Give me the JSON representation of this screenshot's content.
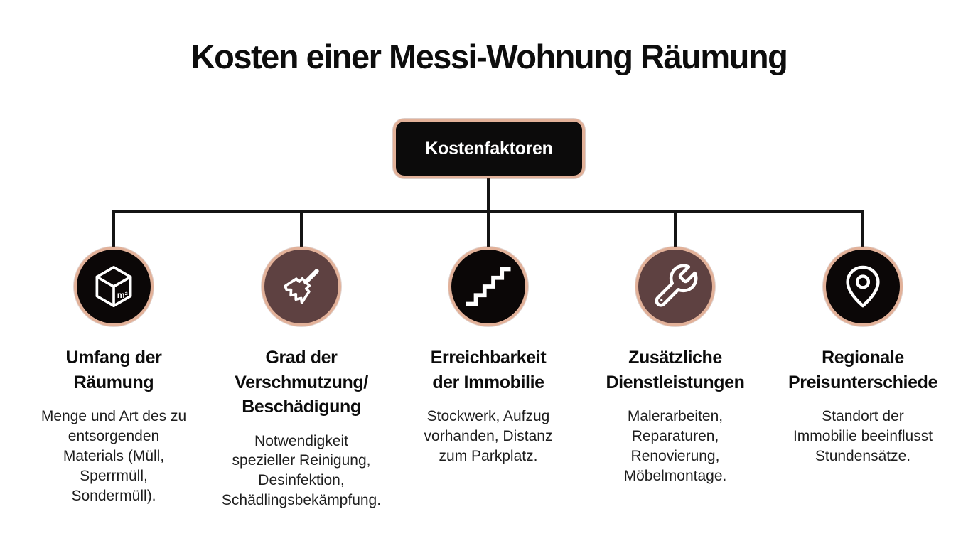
{
  "title": "Kosten einer Messi-Wohnung Räumung",
  "root_node": {
    "label": "Kostenfaktoren",
    "background": "#0c0b0b",
    "border_color": "#e2b199",
    "text_color": "#ffffff"
  },
  "colors": {
    "connector_line": "#141414",
    "circle_border": "#e2b199",
    "circle_dark": "#0b0707",
    "circle_maroon": "#5e4141",
    "heading_text": "#0c0c0c",
    "body_text": "#1e1e1e",
    "icon_stroke": "#ffffff"
  },
  "branches": [
    {
      "icon": "cube-m2-icon",
      "icon_label": "m²",
      "circle_bg": "#0b0707",
      "heading": "Umfang der\nRäumung",
      "body": "Menge und Art des zu\nentsorgenden\nMaterials (Müll,\nSperrmüll,\nSondermüll)."
    },
    {
      "icon": "broom-icon",
      "circle_bg": "#5e4141",
      "heading": "Grad der\nVerschmutzung/\nBeschädigung",
      "body": "Notwendigkeit\nspezieller Reinigung,\nDesinfektion,\nSchädlingsbekämpfung."
    },
    {
      "icon": "stairs-icon",
      "circle_bg": "#0b0707",
      "heading": "Erreichbarkeit\nder Immobilie",
      "body": "Stockwerk, Aufzug\nvorhanden, Distanz\nzum Parkplatz."
    },
    {
      "icon": "wrench-icon",
      "circle_bg": "#5e4141",
      "heading": "Zusätzliche\nDienstleistungen",
      "body": "Malerarbeiten,\nReparaturen,\nRenovierung,\nMöbelmontage."
    },
    {
      "icon": "location-pin-icon",
      "circle_bg": "#0b0707",
      "heading": "Regionale\nPreisunterschiede",
      "body": "Standort der\nImmobilie beeinflusst\nStundensätze."
    }
  ]
}
